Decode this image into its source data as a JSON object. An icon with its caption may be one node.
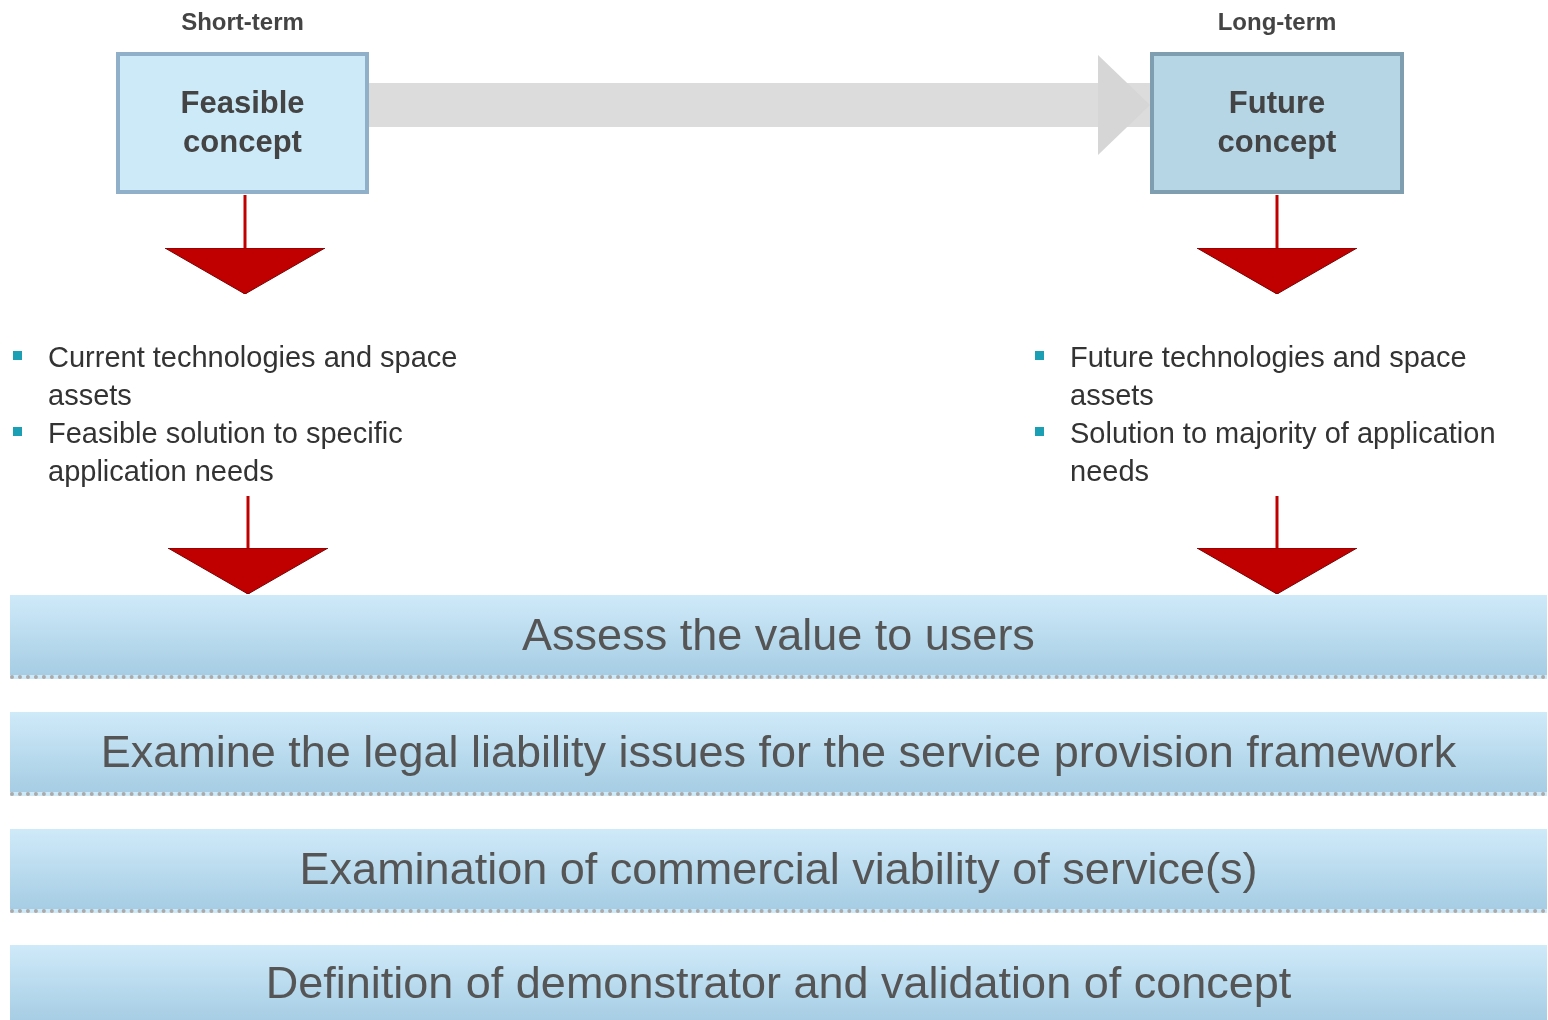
{
  "diagram": {
    "nodes": [
      {
        "text": [
          "Short-term",
          "Feasible concept"
        ]
      },
      {
        "text": [
          "Long-term",
          "Future concept"
        ]
      },
      {
        "text": [
          "Current technologies and space assets",
          "Feasible solution to specific application needs"
        ]
      },
      {
        "text": [
          "Future technologies and space assets",
          "Solution to majority of application needs"
        ]
      },
      {
        "text": [
          "Assess the value to users"
        ]
      },
      {
        "text": [
          "Examine the legal liability issues for the service provision framework"
        ]
      },
      {
        "text": [
          "Examination of commercial viability of service(s)"
        ]
      },
      {
        "text": [
          "Definition of demonstrator and validation of concept"
        ]
      }
    ],
    "edges": [
      {
        "from": 0,
        "to": 1,
        "arrow": "to",
        "style": "thick",
        "color": "#dcdcdc"
      },
      {
        "from": 0,
        "to": 2,
        "arrow": "to"
      },
      {
        "from": 1,
        "to": 3,
        "arrow": "to"
      },
      {
        "from": 2,
        "to": 4,
        "arrow": "to"
      },
      {
        "from": 3,
        "to": 4,
        "arrow": "to"
      }
    ]
  }
}
